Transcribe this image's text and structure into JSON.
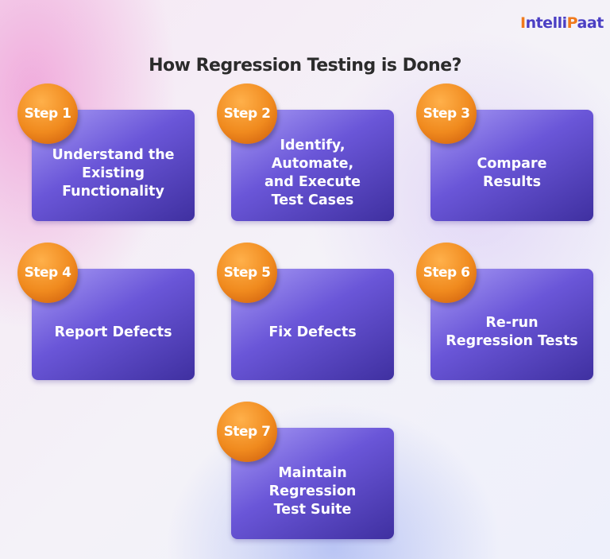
{
  "title": "How Regression Testing is Done?",
  "logo": "IntelliPaat",
  "colors": {
    "card": "#5a48c8",
    "badge": "#f08a1e",
    "title": "#2b2b2b"
  },
  "steps": [
    {
      "badge": "Step 1",
      "text": "Understand the Existing Functionality"
    },
    {
      "badge": "Step 2",
      "text": "Identify, Automate, and Execute Test Cases"
    },
    {
      "badge": "Step 3",
      "text": "Compare Results"
    },
    {
      "badge": "Step 4",
      "text": "Report Defects"
    },
    {
      "badge": "Step 5",
      "text": "Fix Defects"
    },
    {
      "badge": "Step 6",
      "text": "Re-run Regression Tests"
    },
    {
      "badge": "Step 7",
      "text": "Maintain Regression Test Suite"
    }
  ]
}
